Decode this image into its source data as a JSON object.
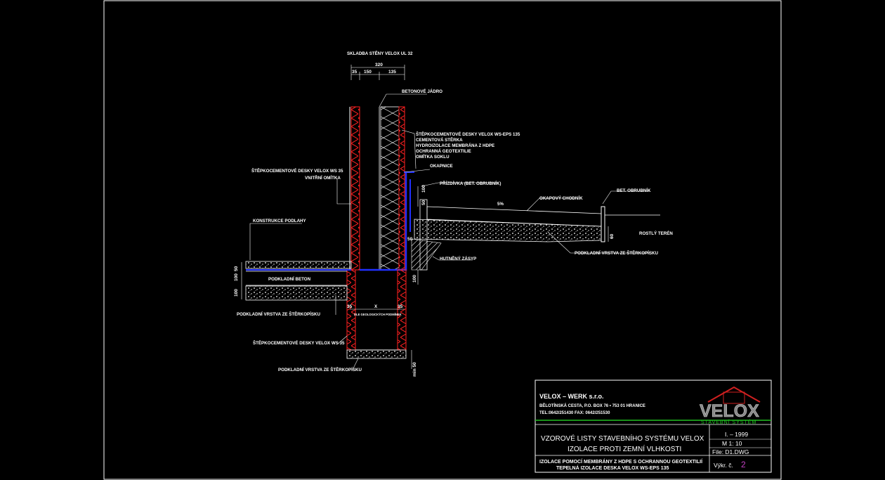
{
  "drawing": {
    "header_label": "SKLADBA STĚNY VELOX UL 32",
    "dims_top": {
      "total": "320",
      "d1": "35",
      "d2": "150",
      "d3": "135"
    },
    "labels": {
      "core": "BETONOVÉ JÁDRO",
      "layers_right": [
        "ŠTĚPKOCEMENTOVÉ DESKY VELOX WS-EPS 135",
        "CEMENTOVÁ STĚRKA",
        "HYDROIZOLACE MEMBRÁNA Z HDPE",
        "OCHRANNÁ GEOTEXTILIE",
        "OMÍTKA SOKLU"
      ],
      "okapnice": "OKAPNICE",
      "prizdivka": "PŘÍZDÍVKA (BET. OBRUBNÍK)",
      "chodnik": "OKAPOVÝ CHODNÍK",
      "obrubnik": "BET. OBRUBNÍK",
      "teren": "ROSTLÝ TERÉN",
      "podkl_sterk_right": "PODKLADNÍ VRSTVA ZE ŠTĚRKOPÍSKU",
      "zasyp": "HUTNĚNÝ ZÁSYP",
      "left_desky": "ŠTĚPKOCEMENTOVÉ DESKY VELOX WS 35",
      "left_omitka": "VNITŘNÍ OMÍTKA",
      "podlaha": "KONSTRUKCE PODLAHY",
      "beton": "PODKLADNÍ BETON",
      "podkl_left": "PODKLADNÍ VRSTVA ZE ŠTĚRKOPÍSKU",
      "foot_desky": "ŠTĚPKOCEMENTOVÉ DESKY VELOX WS 35",
      "podkl_bottom": "PODKLADNÍ VRSTVA ZE ŠTĚRKOPÍSKU",
      "geol": "DLE GEOLOGICKÝCH PODMÍNEK",
      "x": "X",
      "slope": "5%"
    },
    "dims": {
      "d100a": "100",
      "d100b": "100",
      "d100c": "100",
      "d100d": "100",
      "d50a": "50",
      "d50b": "50",
      "d35a": "35",
      "d35b": "35",
      "d60": "60",
      "d50c": "50",
      "min50": "min 50"
    }
  },
  "title_block": {
    "company": "VELOX – WERK s.r.o.",
    "address": "BĚLOTÍNSKÁ CESTA, P.O. BOX 76 • 753 01 HRANICE",
    "tel": "TEL:0642/251430   FAX: 0642/251530",
    "logo_text": "VELOX",
    "logo_sub": "STAVEBNÍ SYSTÉM",
    "title1": "VZOROVÉ LISTY STAVEBNÍHO SYSTÉMU VELOX",
    "title2": "IZOLACE PROTI ZEMNÍ VLHKOSTI",
    "sub1": "IZOLACE POMOCÍ MEMBRÁNY Z HDPE S OCHRANNOU GEOTEXTILIÍ",
    "sub2": "TEPELNÁ IZOLACE DESKA VELOX WS-EPS 135",
    "date": "I. – 1999",
    "scale": "M 1: 10",
    "file": "File:  D1.DWG",
    "sheet_label": "Výkr. č.",
    "sheet_no": "2"
  },
  "colors": {
    "red": "#ff2020",
    "blue": "#2030ff",
    "green": "#20c020",
    "magenta": "#c040c0",
    "frame": "#ffffff"
  }
}
